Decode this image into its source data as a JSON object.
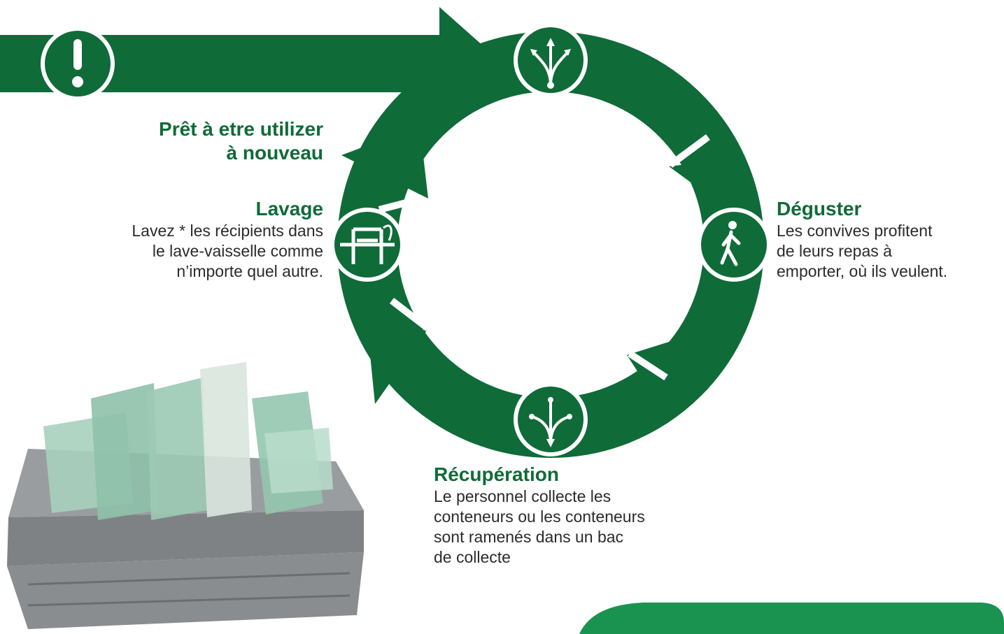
{
  "colors": {
    "primary_green": "#0f6b38",
    "accent_green": "#1a9350",
    "text": "#2b2b2b",
    "crate_gray": "#8c8f92",
    "container_tint": "#9cc9b3"
  },
  "icons": {
    "entry": "exclamation-icon",
    "top": "distribution-arrows-icon",
    "right": "walking-person-icon",
    "bottom": "collection-arrows-icon",
    "left": "dishwasher-rack-icon"
  },
  "steps": {
    "ready": {
      "title_line1": "Prêt à etre utilizer",
      "title_line2": "à nouveau"
    },
    "wash": {
      "title": "Lavage",
      "line1": "Lavez * les récipients dans",
      "line2": "le lave-vaisselle comme",
      "line3": "n’importe quel autre."
    },
    "enjoy": {
      "title": "Déguster",
      "line1": "Les convives profitent",
      "line2": "de leurs repas à",
      "line3": "emporter, où ils veulent."
    },
    "recover": {
      "title": "Récupération",
      "line1": "Le personnel collecte les",
      "line2": "conteneurs ou les conteneurs",
      "line3": "sont ramenés dans un bac",
      "line4": "de collecte"
    }
  }
}
